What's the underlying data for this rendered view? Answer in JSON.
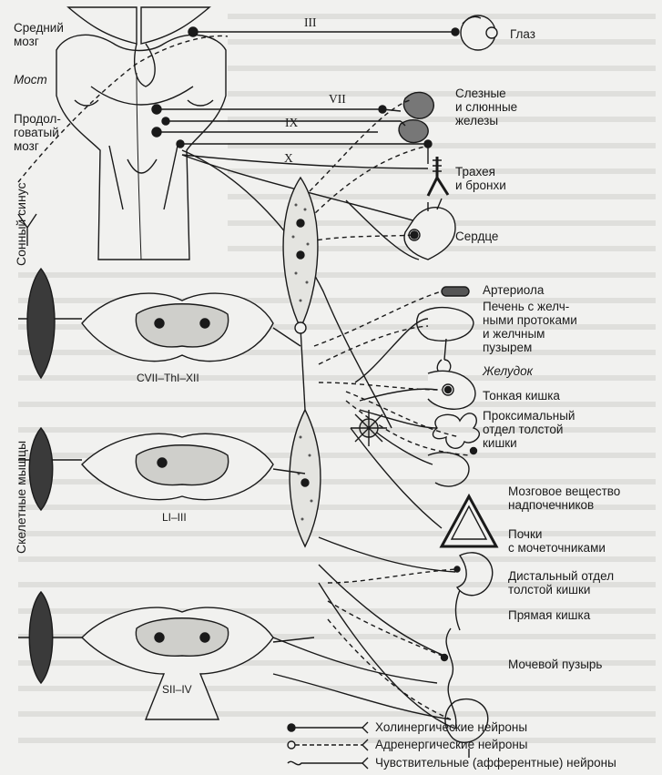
{
  "brain": {
    "midbrain": "Средний\nмозг",
    "pons": "Мост",
    "medulla": "Продол-\nговатый\nмозг",
    "sinus": "Сонный синус",
    "skeletal": "Скелетные мышцы"
  },
  "nerves": [
    "III",
    "VII",
    "IX",
    "X"
  ],
  "segments": {
    "cervical": "CVII–ThI–XII",
    "lumbar": "LI–III",
    "sacral": "SII–IV"
  },
  "organs": [
    {
      "id": "eye",
      "label": "Глаз"
    },
    {
      "id": "glands",
      "label": "Слезные\nи слюнные\nжелезы"
    },
    {
      "id": "trachea",
      "label": "Трахея\nи бронхи"
    },
    {
      "id": "heart",
      "label": "Сердце"
    },
    {
      "id": "arteriole",
      "label": "Артериола"
    },
    {
      "id": "liver",
      "label": "Печень с желч-\nными протоками\nи желчным\nпузырем"
    },
    {
      "id": "stomach",
      "label": "Желудок"
    },
    {
      "id": "small-intestine",
      "label": "Тонкая кишка"
    },
    {
      "id": "proximal-colon",
      "label": "Проксимальный\nотдел толстой\nкишки"
    },
    {
      "id": "adrenal-medulla",
      "label": "Мозговое вещество\nнадпочечников"
    },
    {
      "id": "kidneys",
      "label": "Почки\nс мочеточниками"
    },
    {
      "id": "distal-colon",
      "label": "Дистальный отдел\nтолстой кишки"
    },
    {
      "id": "rectum",
      "label": "Прямая кишка"
    },
    {
      "id": "bladder",
      "label": "Мочевой пузырь"
    }
  ],
  "legend": [
    {
      "id": "cholinergic",
      "label": "Холинергические нейроны"
    },
    {
      "id": "adrenergic",
      "label": "Адренергические нейроны"
    },
    {
      "id": "sensory",
      "label": "Чувствительные (афферентные) нейроны"
    }
  ]
}
